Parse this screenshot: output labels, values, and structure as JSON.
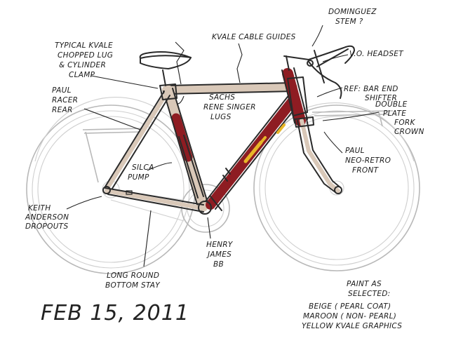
{
  "labels": {
    "dominguez_stem": [
      "DOMINGUEZ",
      "STEM ?"
    ],
    "kvale_cable_guides": "KVALE CABLE GUIDES",
    "typical_kvale": [
      "TYPICAL KVALE",
      "CHOPPED LUG",
      "& CYLINDER",
      "CLAMP"
    ],
    "vo_headset": "V.O. HEADSET",
    "paul_racer_rear": [
      "PAUL",
      "RACER",
      "REAR"
    ],
    "sachs_lugs": [
      "SACHS",
      "RENE SINGER",
      "LUGS"
    ],
    "bar_end_shifter": [
      "REF: BAR END",
      "SHIFTER"
    ],
    "fork_crown": [
      "DOUBLE",
      "PLATE",
      "FORK",
      "CROWN"
    ],
    "paul_front": [
      "PAUL",
      "NEO-RETRO",
      "FRONT"
    ],
    "silca_pump": [
      "SILCA",
      "PUMP"
    ],
    "keith_anderson": [
      "KEITH",
      "ANDERSON",
      "DROPOUTS"
    ],
    "henry_james": [
      "HENRY",
      "JAMES",
      "BB"
    ],
    "long_round_stay": [
      "LONG ROUND",
      "BOTTOM STAY"
    ],
    "paint": [
      "PAINT AS",
      "SELECTED:",
      "BEIGE ( PEARL COAT)",
      "MAROON ( NON- PEARL)",
      "YELLOW KVALE GRAPHICS"
    ]
  },
  "date": "FEB 15, 2011",
  "colors": {
    "maroon": "#8e1c22",
    "beige": "#d9c8b8",
    "yellow": "#e8b628",
    "wheel": "#b8b8b8",
    "ink": "#222222"
  }
}
